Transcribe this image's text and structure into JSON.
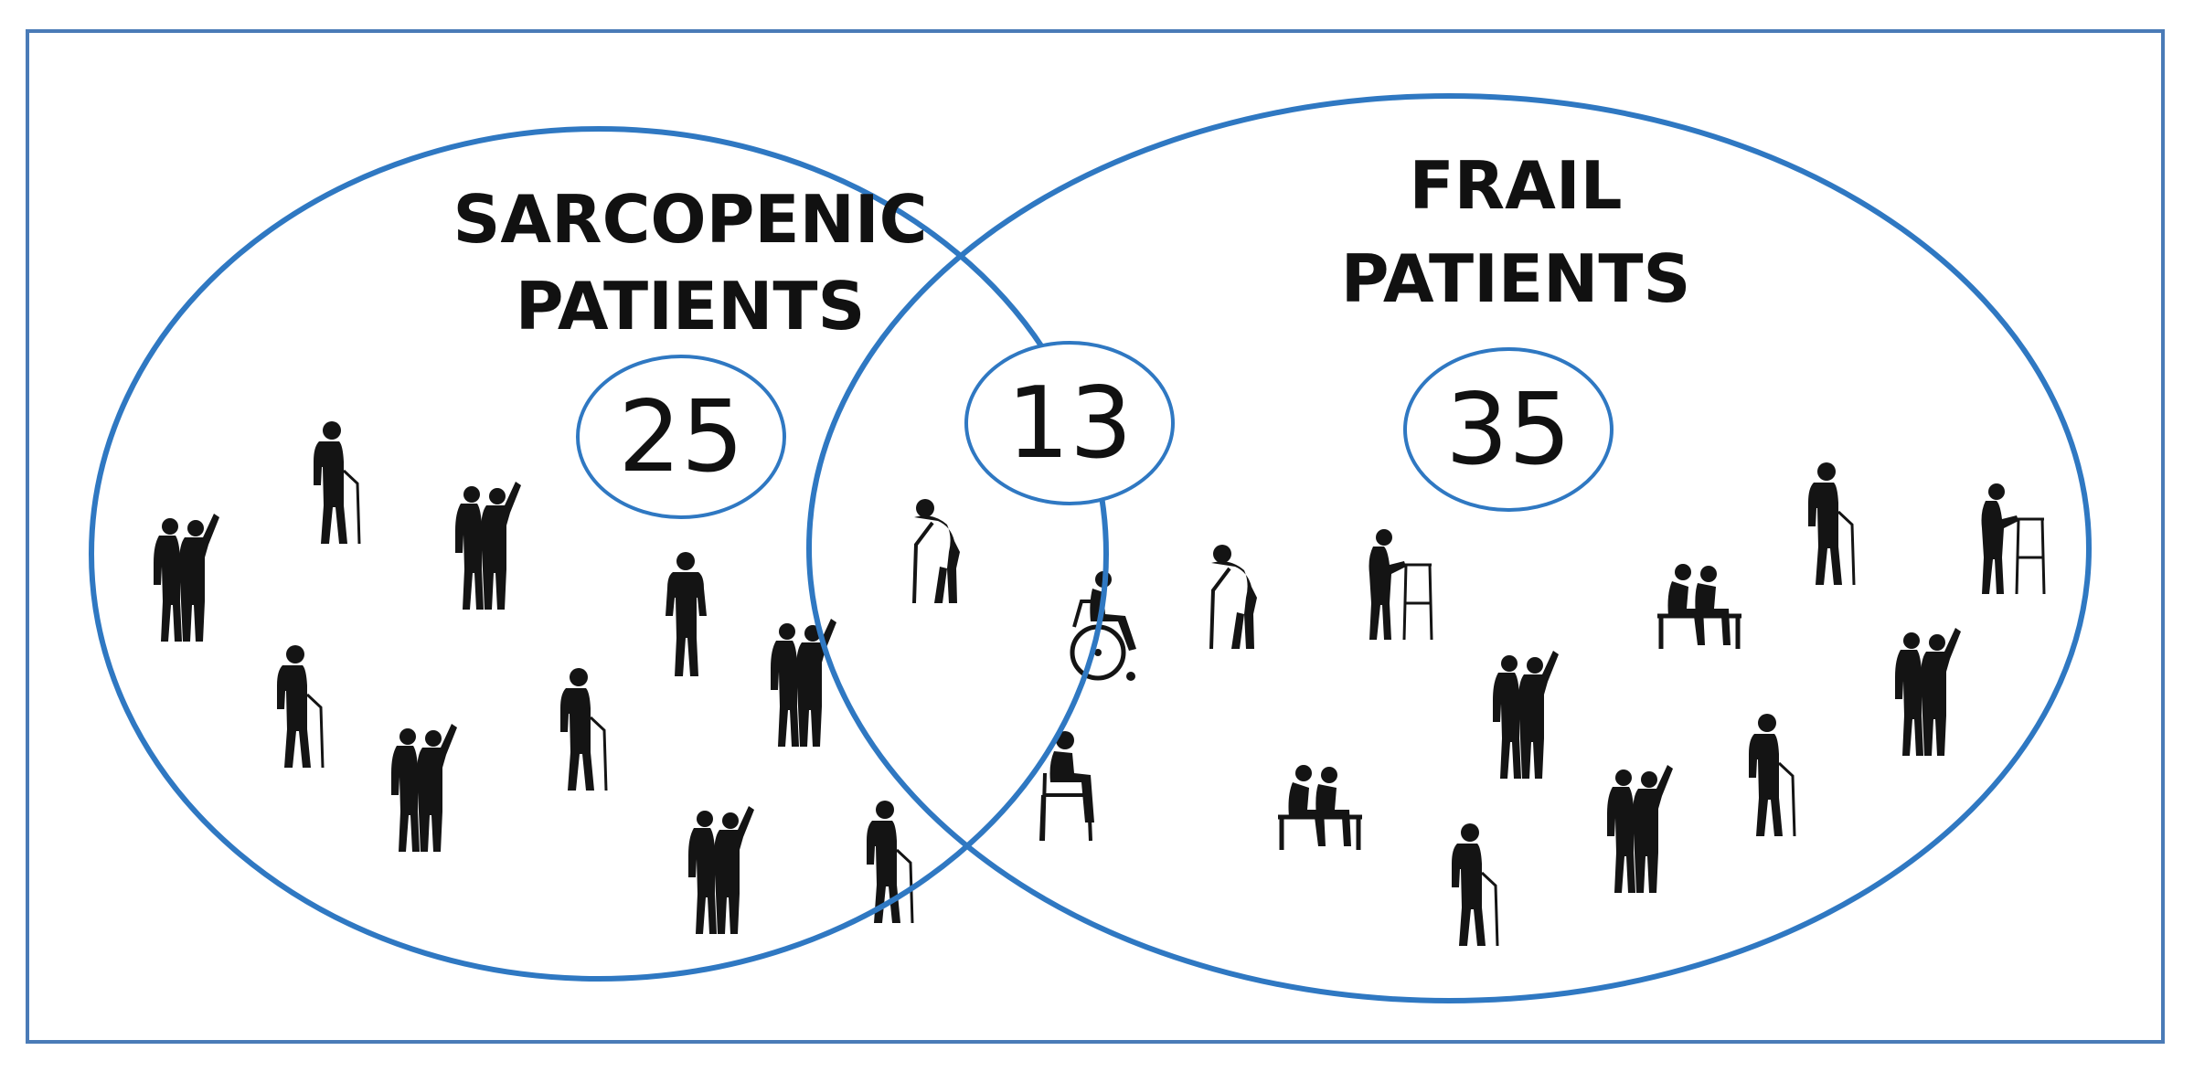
{
  "diagram": {
    "type": "venn",
    "sets": [
      {
        "id": "sarcopenic",
        "label_lines": [
          "SARCOPENIC",
          "PATIENTS"
        ],
        "only_count": "25"
      },
      {
        "id": "frail",
        "label_lines": [
          "FRAIL",
          "PATIENTS"
        ],
        "only_count": "35"
      }
    ],
    "intersection_count": "13",
    "icons": [
      "person-silhouette-icon",
      "walker-icon",
      "wheelchair-icon",
      "bench-icon",
      "cane-icon"
    ]
  },
  "colors": {
    "circle_stroke": "#2f78c2",
    "frame_stroke": "#4a7bb7",
    "text": "#111111",
    "silhouette": "#141414"
  }
}
